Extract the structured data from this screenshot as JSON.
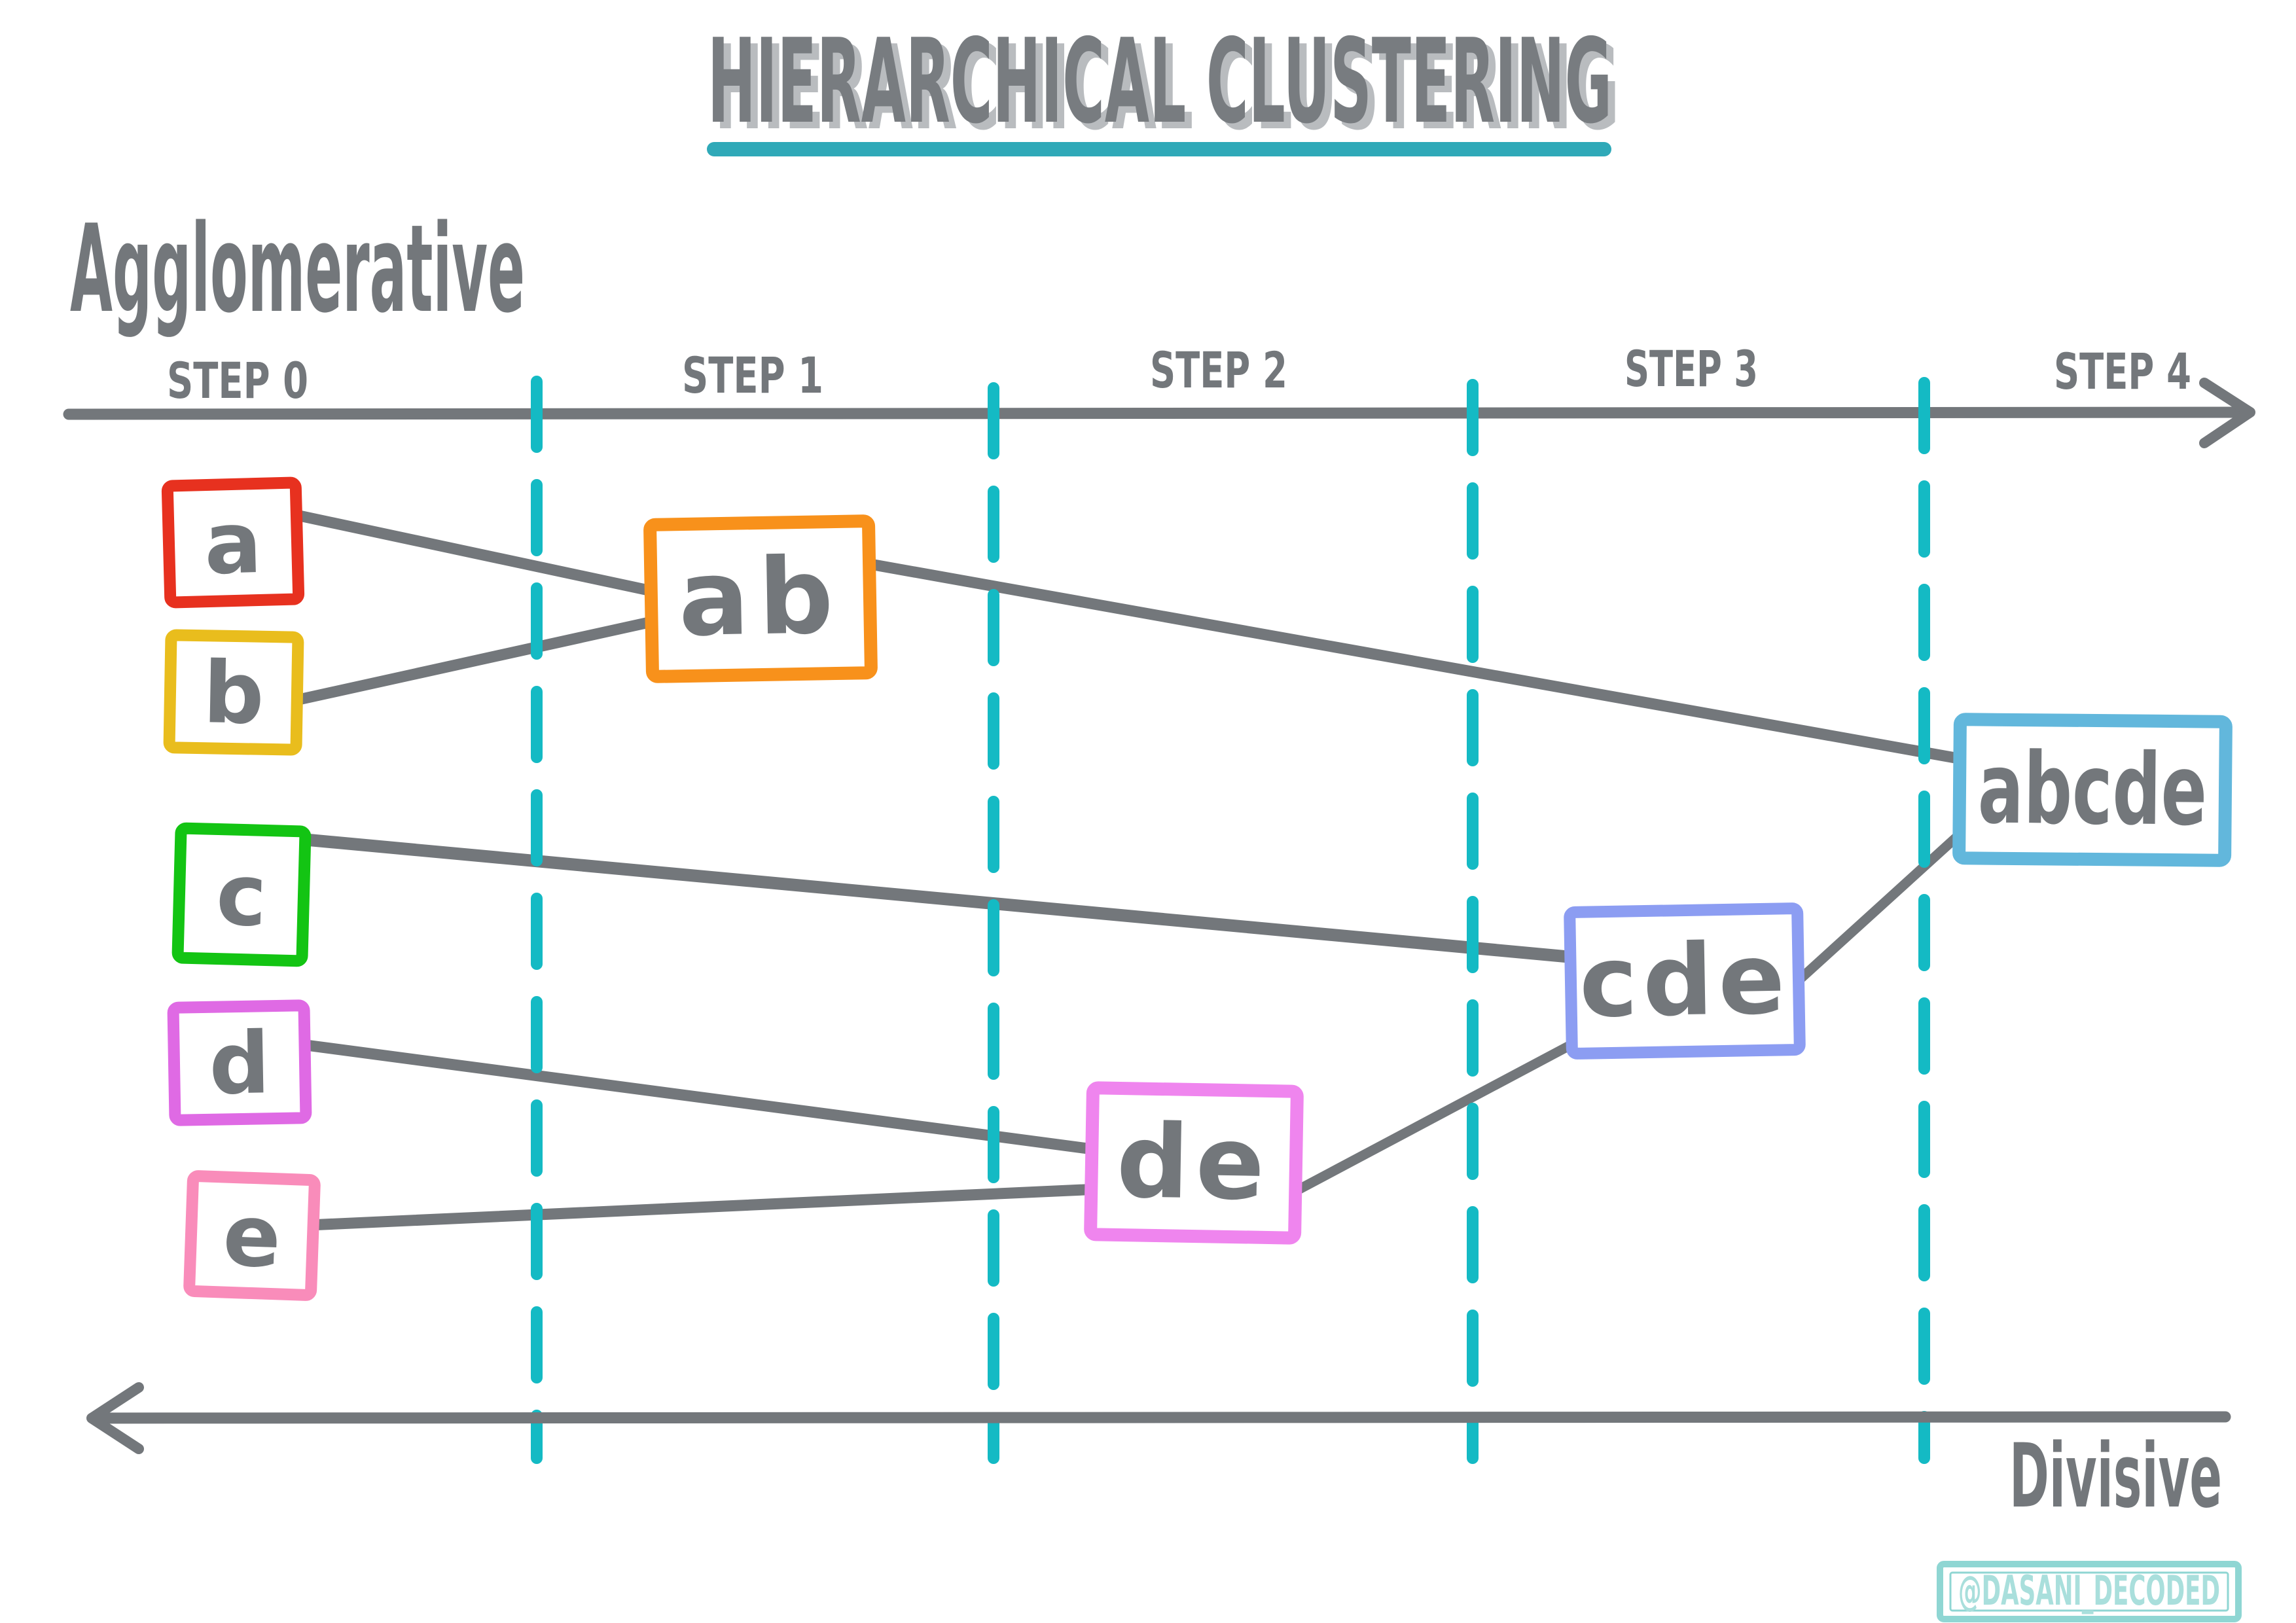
{
  "title": {
    "text": "HIERARCHICAL CLUSTERING"
  },
  "labels": {
    "agglomerative": "Agglomerative",
    "divisive": "Divisive"
  },
  "timeline": {
    "steps": [
      {
        "label": "STEP 0"
      },
      {
        "label": "STEP 1"
      },
      {
        "label": "STEP 2"
      },
      {
        "label": "STEP 3"
      },
      {
        "label": "STEP 4"
      }
    ]
  },
  "nodes": [
    {
      "id": "a",
      "label": "a",
      "color": "#e7311f"
    },
    {
      "id": "b",
      "label": "b",
      "color": "#e9bd1d"
    },
    {
      "id": "c",
      "label": "c",
      "color": "#13c413"
    },
    {
      "id": "d",
      "label": "d",
      "color": "#df6ae4"
    },
    {
      "id": "e",
      "label": "e",
      "color": "#f98cba"
    },
    {
      "id": "ab",
      "label": "ab",
      "color": "#f8911b"
    },
    {
      "id": "de",
      "label": "de",
      "color": "#ef85ee"
    },
    {
      "id": "cde",
      "label": "cde",
      "color": "#8c9df2"
    },
    {
      "id": "abcde",
      "label": "abcde",
      "color": "#62b7dc"
    }
  ],
  "edges": [
    {
      "from": "a",
      "to": "ab"
    },
    {
      "from": "b",
      "to": "ab"
    },
    {
      "from": "c",
      "to": "cde"
    },
    {
      "from": "d",
      "to": "de"
    },
    {
      "from": "e",
      "to": "de"
    },
    {
      "from": "de",
      "to": "cde"
    },
    {
      "from": "ab",
      "to": "abcde"
    },
    {
      "from": "cde",
      "to": "abcde"
    }
  ],
  "watermark": {
    "handle": "@DASANI_DECODED",
    "border_color": "#8fd6d3",
    "text_color": "#a9dfdc"
  },
  "colors": {
    "ink_gray": "#73777b",
    "title_gray": "#787c80",
    "title_shadow": "#b9bcbf",
    "underline_teal": "#2fa9b8",
    "accent_teal": "#14bac4"
  }
}
